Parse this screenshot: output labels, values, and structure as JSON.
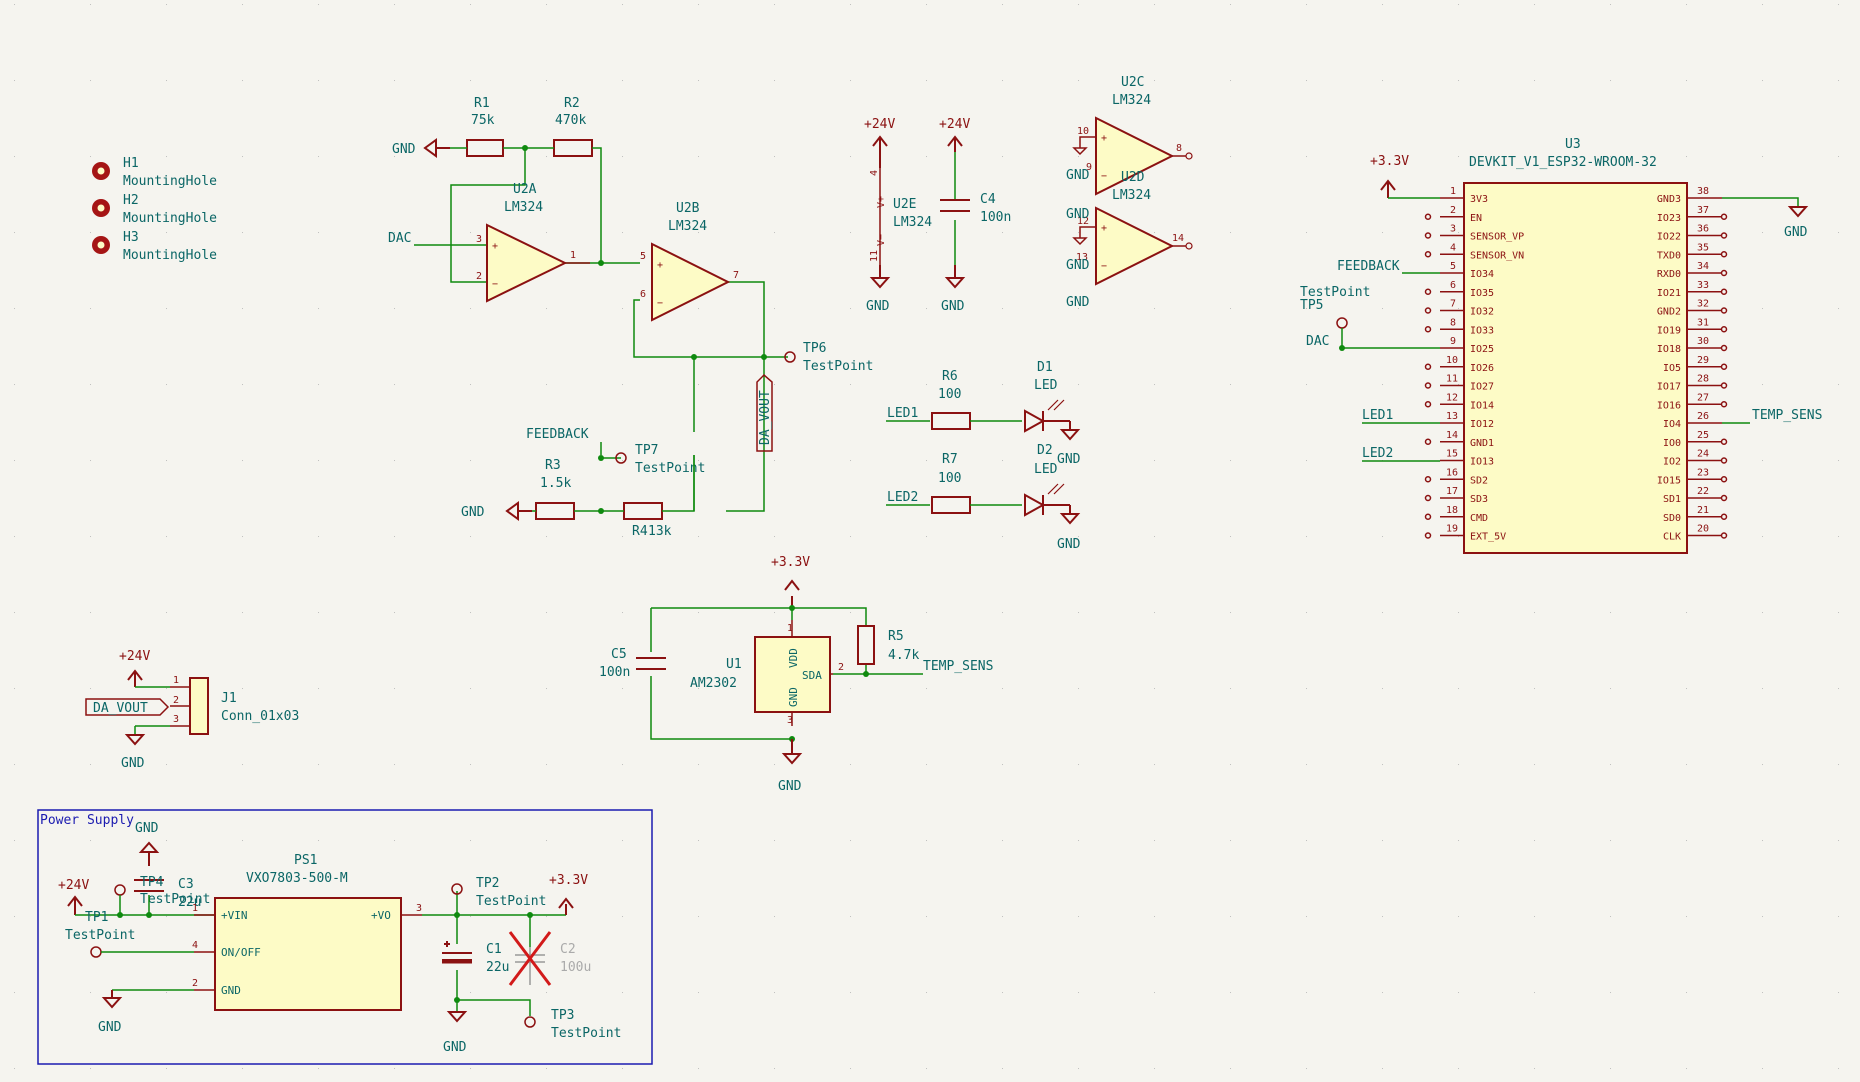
{
  "schematic": {
    "mounting_holes": [
      {
        "ref": "H1",
        "value": "MountingHole"
      },
      {
        "ref": "H2",
        "value": "MountingHole"
      },
      {
        "ref": "H3",
        "value": "MountingHole"
      }
    ],
    "resistors": {
      "R1": {
        "ref": "R1",
        "value": "75k"
      },
      "R2": {
        "ref": "R2",
        "value": "470k"
      },
      "R3": {
        "ref": "R3",
        "value": "1.5k"
      },
      "R4": {
        "ref": "R4",
        "value": "13k"
      },
      "R5": {
        "ref": "R5",
        "value": "4.7k"
      },
      "R6": {
        "ref": "R6",
        "value": "100"
      },
      "R7": {
        "ref": "R7",
        "value": "100"
      }
    },
    "opamps": {
      "U2A": {
        "ref": "U2A",
        "value": "LM324"
      },
      "U2B": {
        "ref": "U2B",
        "value": "LM324"
      },
      "U2C": {
        "ref": "U2C",
        "value": "LM324"
      },
      "U2D": {
        "ref": "U2D",
        "value": "LM324"
      },
      "U2E": {
        "ref": "U2E",
        "value": "LM324"
      }
    },
    "leds": {
      "D1": {
        "ref": "D1",
        "value": "LED"
      },
      "D2": {
        "ref": "D2",
        "value": "LED"
      }
    },
    "caps": {
      "C1": {
        "ref": "C1",
        "value": "22u"
      },
      "C2": {
        "ref": "C2",
        "value": "100u"
      },
      "C3": {
        "ref": "C3",
        "value": "22u"
      },
      "C4": {
        "ref": "C4",
        "value": "100n"
      },
      "C5": {
        "ref": "C5",
        "value": "100n"
      }
    },
    "testpoints": {
      "TP1": {
        "ref": "TP1",
        "value": "TestPoint"
      },
      "TP2": {
        "ref": "TP2",
        "value": "TestPoint"
      },
      "TP3": {
        "ref": "TP3",
        "value": "TestPoint"
      },
      "TP4": {
        "ref": "TP4",
        "value": "TestPoint"
      },
      "TP5": {
        "ref": "TP5",
        "value": "TestPoint"
      },
      "TP6": {
        "ref": "TP6",
        "value": "TestPoint"
      },
      "TP7": {
        "ref": "TP7",
        "value": "TestPoint"
      }
    },
    "power": {
      "gnd": "GND",
      "v24": "+24V",
      "v33": "+3.3V"
    },
    "net_labels": {
      "dac": "DAC",
      "feedback": "FEEDBACK",
      "led1": "LED1",
      "led2": "LED2",
      "temp_sens": "TEMP_SENS",
      "da_vout": "DA_VOUT"
    },
    "sensor": {
      "ref": "U1",
      "value": "AM2302",
      "vdd": "VDD",
      "sda": "SDA",
      "gnd": "GND"
    },
    "connector": {
      "ref": "J1",
      "value": "Conn_01x03"
    },
    "psu": {
      "ref": "PS1",
      "value": "VXO7803-500-M",
      "vin": "+VIN",
      "onoff": "ON/OFF",
      "gnd": "GND",
      "vo": "+VO"
    },
    "power_block_title": "Power Supply",
    "mcu": {
      "ref": "U3",
      "value": "DEVKIT_V1_ESP32-WROOM-32",
      "left_pins": [
        {
          "num": "1",
          "name": "3V3"
        },
        {
          "num": "2",
          "name": "EN"
        },
        {
          "num": "3",
          "name": "SENSOR_VP"
        },
        {
          "num": "4",
          "name": "SENSOR_VN"
        },
        {
          "num": "5",
          "name": "IO34"
        },
        {
          "num": "6",
          "name": "IO35"
        },
        {
          "num": "7",
          "name": "IO32"
        },
        {
          "num": "8",
          "name": "IO33"
        },
        {
          "num": "9",
          "name": "IO25"
        },
        {
          "num": "10",
          "name": "IO26"
        },
        {
          "num": "11",
          "name": "IO27"
        },
        {
          "num": "12",
          "name": "IO14"
        },
        {
          "num": "13",
          "name": "IO12"
        },
        {
          "num": "14",
          "name": "GND1"
        },
        {
          "num": "15",
          "name": "IO13"
        },
        {
          "num": "16",
          "name": "SD2"
        },
        {
          "num": "17",
          "name": "SD3"
        },
        {
          "num": "18",
          "name": "CMD"
        },
        {
          "num": "19",
          "name": "EXT_5V"
        }
      ],
      "right_pins": [
        {
          "num": "38",
          "name": "GND3"
        },
        {
          "num": "37",
          "name": "IO23"
        },
        {
          "num": "36",
          "name": "IO22"
        },
        {
          "num": "35",
          "name": "TXD0"
        },
        {
          "num": "34",
          "name": "RXD0"
        },
        {
          "num": "33",
          "name": "IO21"
        },
        {
          "num": "32",
          "name": "GND2"
        },
        {
          "num": "31",
          "name": "IO19"
        },
        {
          "num": "30",
          "name": "IO18"
        },
        {
          "num": "29",
          "name": "IO5"
        },
        {
          "num": "28",
          "name": "IO17"
        },
        {
          "num": "27",
          "name": "IO16"
        },
        {
          "num": "26",
          "name": "IO4"
        },
        {
          "num": "25",
          "name": "IO0"
        },
        {
          "num": "24",
          "name": "IO2"
        },
        {
          "num": "23",
          "name": "IO15"
        },
        {
          "num": "22",
          "name": "SD1"
        },
        {
          "num": "21",
          "name": "SD0"
        },
        {
          "num": "20",
          "name": "CLK"
        }
      ]
    }
  }
}
